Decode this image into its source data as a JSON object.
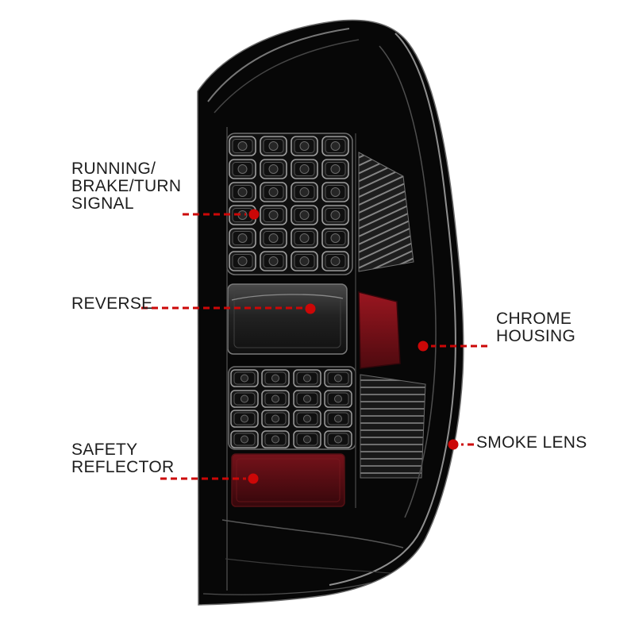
{
  "image_type": "annotated product diagram of an LED tail light",
  "colors": {
    "background": "#ffffff",
    "leader_line": "#cc0707",
    "label_text": "#1d1d1d",
    "housing_black": "#070707",
    "smoke_lens_gray": "#2a2a2a",
    "chrome_highlight": "#8f8f8f",
    "side_reflector_red": "#8e131b",
    "safety_reflector_red": "#6f1016"
  },
  "callouts": {
    "running_brake_turn": {
      "label": "RUNNING/\nBRAKE/TURN\nSIGNAL"
    },
    "reverse": {
      "label": "REVERSE"
    },
    "safety_reflector": {
      "label": "SAFETY\nREFLECTOR"
    },
    "chrome_housing": {
      "label": "CHROME\nHOUSING"
    },
    "smoke_lens": {
      "label": "SMOKE LENS"
    }
  }
}
